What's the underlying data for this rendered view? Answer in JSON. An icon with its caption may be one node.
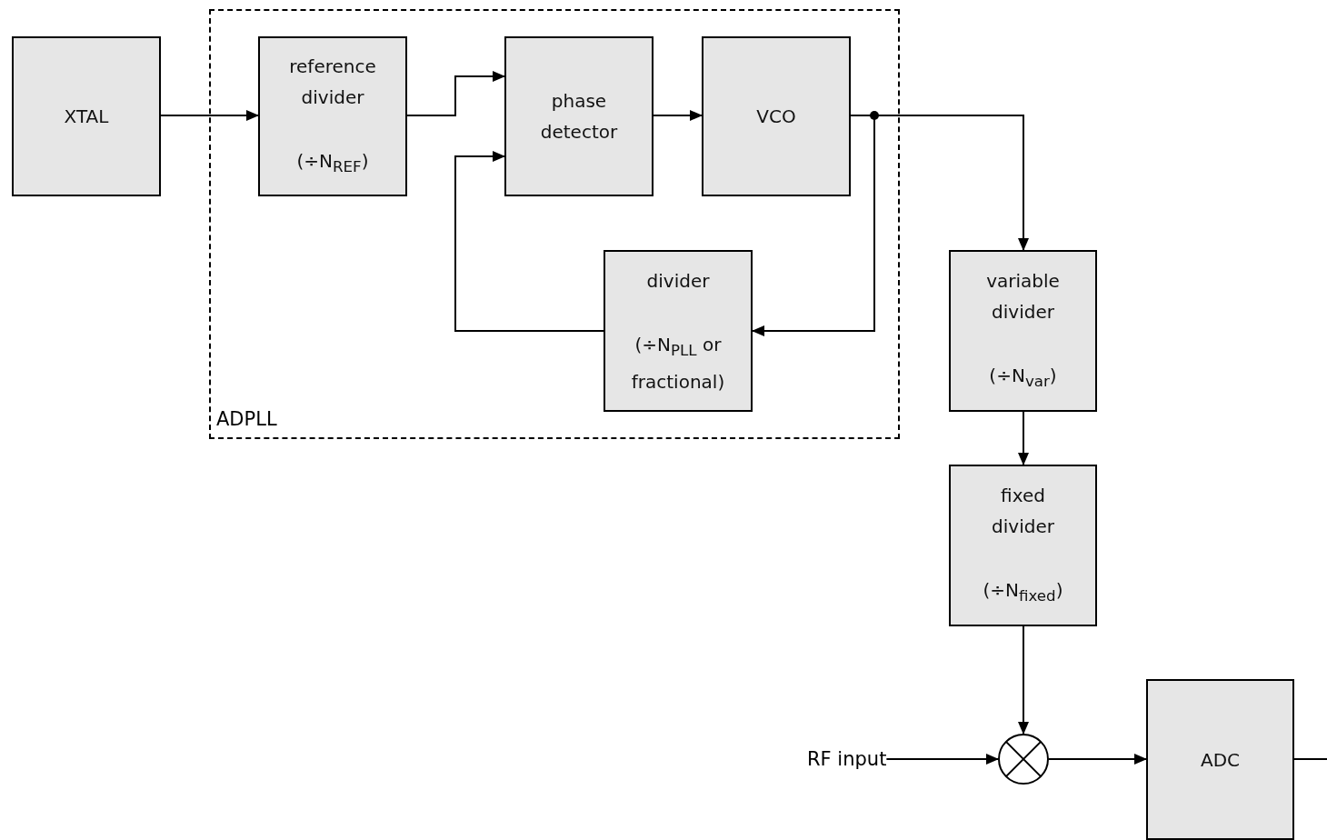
{
  "diagram": {
    "nodes": [
      {
        "text": [
          "ADPLL"
        ]
      },
      {
        "text": [
          "XTAL"
        ]
      },
      {
        "text": [
          "reference divider",
          "(÷N$_{REF}$)"
        ],
        "in": 0
      },
      {
        "text": [
          "phase detector"
        ],
        "in": 0
      },
      {
        "text": [
          "VCO"
        ],
        "in": 0
      },
      {
        "text": [
          "divider",
          "(÷N$_{PLL}$ or fractional)"
        ],
        "in": 0
      },
      {
        "text": [
          "variable divider",
          "(÷N$_{var}$)"
        ]
      },
      {
        "text": [
          "fixed divider",
          "(÷N$_{fixed}$)"
        ]
      },
      {
        "text": [],
        "shape": "circle"
      },
      {
        "text": [
          "RF input"
        ]
      },
      {
        "text": [
          "ADC"
        ]
      }
    ],
    "edges": [
      {
        "from": 1,
        "to": 2,
        "arrow": "to"
      },
      {
        "from": 2,
        "to": 3,
        "arrow": "to"
      },
      {
        "from": 3,
        "to": 4,
        "arrow": "to"
      },
      {
        "from": 4,
        "to": 5,
        "arrow": "to"
      },
      {
        "from": 5,
        "to": 3,
        "arrow": "to"
      },
      {
        "from": 4,
        "to": 6,
        "arrow": "to"
      },
      {
        "from": 6,
        "to": 7,
        "arrow": "to"
      },
      {
        "from": 7,
        "to": 8,
        "arrow": "to"
      },
      {
        "from": 9,
        "to": 8,
        "arrow": "to"
      },
      {
        "from": 8,
        "to": 10,
        "arrow": "to"
      },
      {
        "from": 10,
        "to": null,
        "arrow": "none"
      }
    ]
  }
}
